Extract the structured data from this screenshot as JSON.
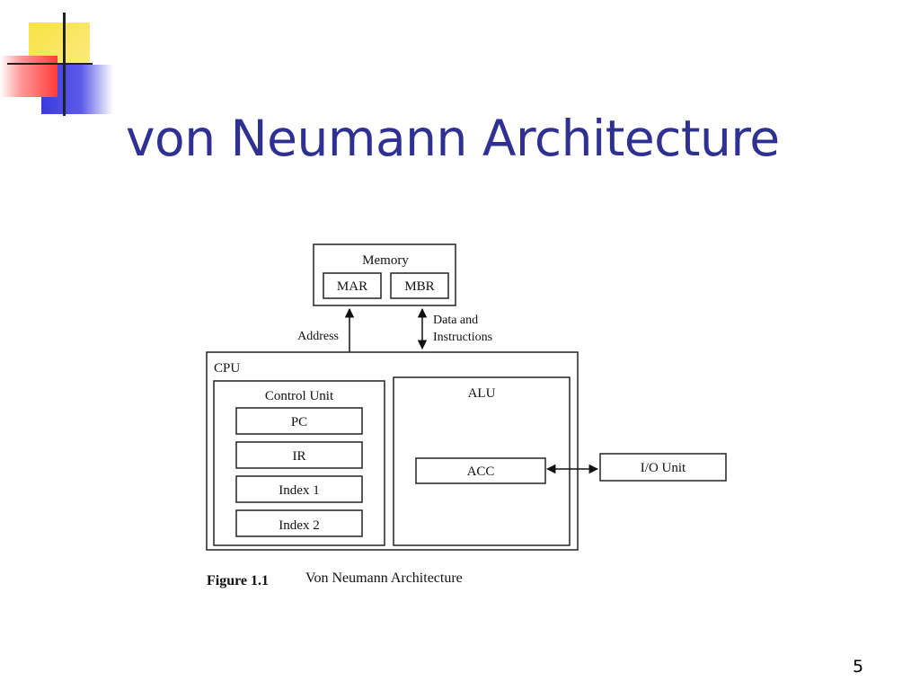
{
  "slide": {
    "title": "von Neumann Architecture",
    "page_number": "5",
    "colors": {
      "title": "#2e3192",
      "deco_yellow": "#f8e243",
      "deco_red": "#ff3a3a",
      "deco_blue": "#3a3adf"
    }
  },
  "diagram": {
    "memory": {
      "label": "Memory",
      "mar": "MAR",
      "mbr": "MBR"
    },
    "address_label": "Address",
    "data_label_line1": "Data and",
    "data_label_line2": "Instructions",
    "cpu": {
      "label": "CPU"
    },
    "control_unit": {
      "label": "Control Unit",
      "registers": [
        "PC",
        "IR",
        "Index 1",
        "Index 2"
      ]
    },
    "alu": {
      "label": "ALU",
      "acc": "ACC"
    },
    "io_unit": "I/O Unit",
    "caption": {
      "number": "Figure 1.1",
      "text": "Von Neumann Architecture"
    }
  }
}
